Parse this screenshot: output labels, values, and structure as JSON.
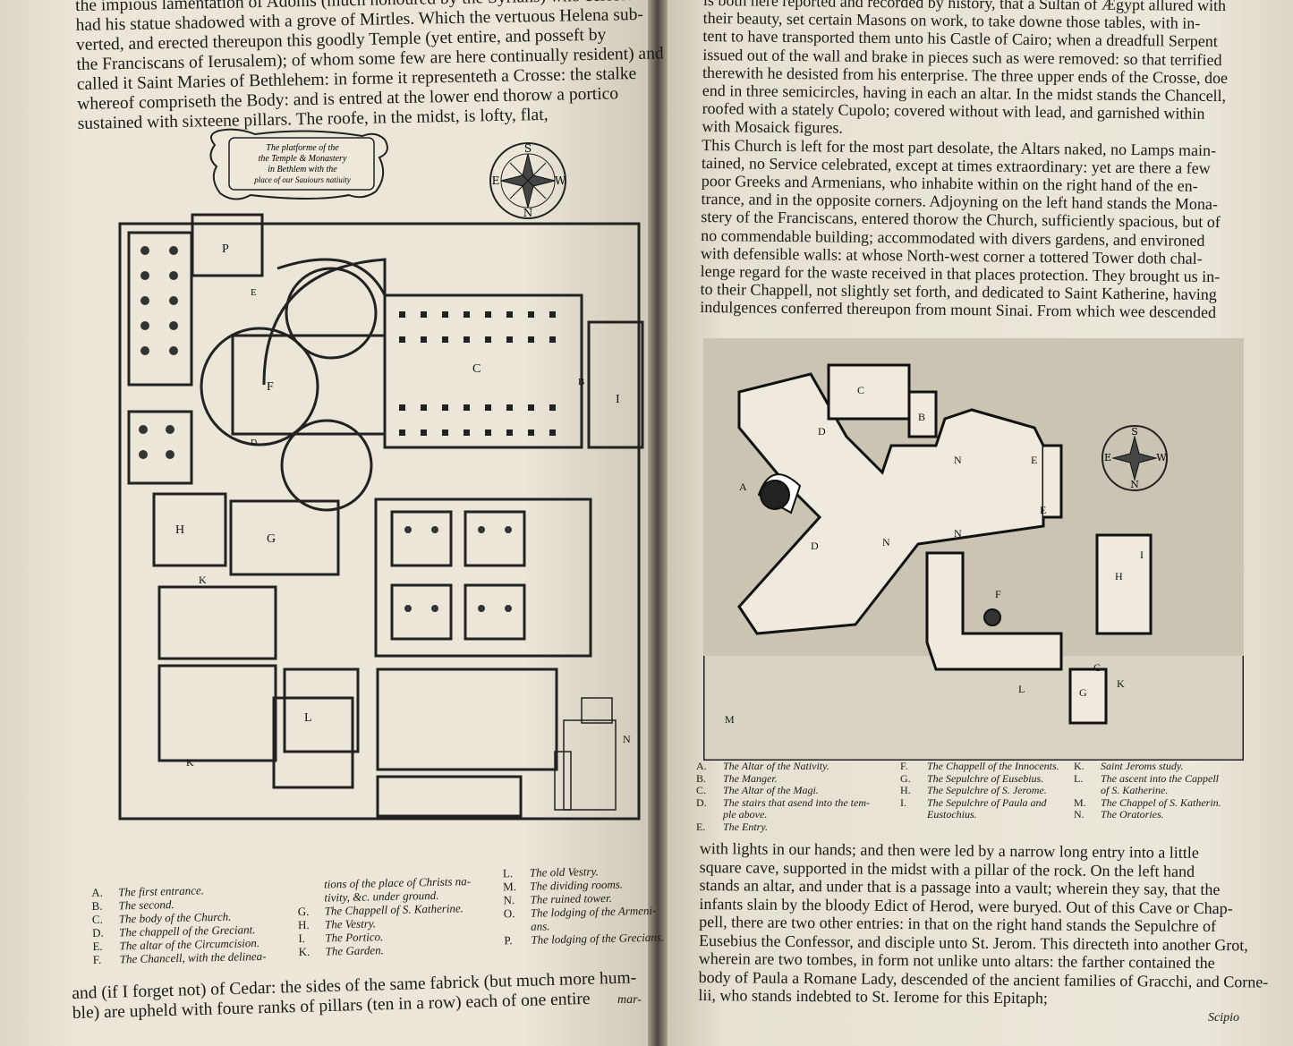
{
  "left_page": {
    "top_text": [
      "the impious lamentation of Adonis (much honoured by the Syrians) who celebrated",
      "had his statue shadowed with a grove of Mirtles.   Which the vertuous Helena sub-",
      "verted, and erected thereupon this goodly Temple (yet entire, and posseft by",
      "the Franciscans of Ierusalem); of whom some few are here continually resident) and",
      "called it Saint Maries of Bethlehem: in forme it representeth a Crosse: the stalke",
      "whereof compriseth the Body: and is entred at the lower end thorow a portico",
      "sustained with sixteene pillars.  The roofe, in the midst, is lofty, flat,"
    ],
    "cartouche_lines": [
      "The platforme of the",
      "the Temple & Monastery",
      "in Bethlem with the",
      "place of our Sauiours natiuity"
    ],
    "compass": {
      "n": "N",
      "s": "S",
      "e": "E",
      "w": "W"
    },
    "plan_labels": [
      "P",
      "E",
      "F",
      "C",
      "B",
      "I",
      "D",
      "H",
      "G",
      "K",
      "L",
      "K",
      "N"
    ],
    "legend_col1": [
      {
        "k": "A.",
        "v": "The first entrance."
      },
      {
        "k": "B.",
        "v": "The second."
      },
      {
        "k": "C.",
        "v": "The body of the Church."
      },
      {
        "k": "D.",
        "v": "The chappell of the Greciant."
      },
      {
        "k": "E.",
        "v": "The altar of the Circumcision."
      },
      {
        "k": "F.",
        "v": "The Chancell, with the delinea-"
      }
    ],
    "legend_col2": [
      {
        "k": "",
        "v": "tions of the place of Christs na-"
      },
      {
        "k": "",
        "v": "tivity, &c. under ground."
      },
      {
        "k": "G.",
        "v": "The Chappell of S. Katherine."
      },
      {
        "k": "H.",
        "v": "The Vestry."
      },
      {
        "k": "I.",
        "v": "The Portico."
      },
      {
        "k": "K.",
        "v": "The Garden."
      }
    ],
    "legend_col3": [
      {
        "k": "L.",
        "v": "The old Vestry."
      },
      {
        "k": "M.",
        "v": "The dividing rooms."
      },
      {
        "k": "N.",
        "v": "The ruined tower."
      },
      {
        "k": "O.",
        "v": "The lodging of the Armeni-"
      },
      {
        "k": "",
        "v": "ans."
      },
      {
        "k": "P.",
        "v": "The lodging of the Grecians."
      }
    ],
    "bottom_text": [
      "and (if I forget not) of Cedar: the sides of the same fabrick (but much more hum-",
      "ble) are upheld with foure ranks of pillars (ten in a row) each of one entire"
    ],
    "catchword": "mar-"
  },
  "right_page": {
    "top_text": [
      "is both here reported and recorded by history, that a Sultan of Ægypt allured with",
      "their beauty, set certain Masons on work, to take downe those tables, with in-",
      "tent to have transported them unto his Castle of Cairo; when a dreadfull Serpent",
      "issued out of the wall and brake in pieces such as were removed: so that terrified",
      "therewith he desisted from his enterprise.  The three upper ends of the Crosse, doe",
      "end in three semicircles, having in each an altar.  In the midst stands the Chancell,",
      "roofed with a stately Cupolo; covered without with lead, and garnished within",
      "with Mosaick figures.",
      "   This Church is left for the most part desolate, the Altars naked, no Lamps main-",
      "tained, no Service celebrated, except at times extraordinary: yet are there a few",
      "poor Greeks and Armenians, who inhabite within on the right hand of the en-",
      "trance, and in the opposite corners.  Adjoyning on the left hand stands the Mona-",
      "stery of the Franciscans, entered thorow the Church, sufficiently spacious, but of",
      "no commendable building; accommodated with divers gardens, and environed",
      "with defensible walls: at whose North-west corner a tottered Tower doth chal-",
      "lenge regard for the waste received in that places protection.  They brought us in-",
      "to their Chappell, not slightly set forth, and dedicated to Saint Katherine, having",
      "indulgences conferred thereupon from mount Sinai.   From which wee descended"
    ],
    "plan_labels": [
      "C",
      "B",
      "D",
      "A",
      "D",
      "N",
      "E",
      "E",
      "N",
      "N",
      "F",
      "H",
      "I",
      "G",
      "C",
      "K",
      "L",
      "M"
    ],
    "compass": {
      "n": "N",
      "s": "S",
      "e": "E",
      "w": "W"
    },
    "legend_col1": [
      {
        "k": "A.",
        "v": "The Altar of the Nativity."
      },
      {
        "k": "B.",
        "v": "The Manger."
      },
      {
        "k": "C.",
        "v": "The Altar of the Magi."
      },
      {
        "k": "D.",
        "v": "The stairs that asend into the tem-"
      },
      {
        "k": "",
        "v": "ple above."
      },
      {
        "k": "E.",
        "v": "The Entry."
      }
    ],
    "legend_col2": [
      {
        "k": "F.",
        "v": "The Chappell of the Innocents."
      },
      {
        "k": "G.",
        "v": "The Sepulchre of Eusebius."
      },
      {
        "k": "H.",
        "v": "The Sepulchre of S. Jerome."
      },
      {
        "k": "I.",
        "v": "The Sepulchre of Paula and"
      },
      {
        "k": "",
        "v": "Eustochius."
      }
    ],
    "legend_col3": [
      {
        "k": "K.",
        "v": "Saint Jeroms study."
      },
      {
        "k": "L.",
        "v": "The ascent into the Cappell"
      },
      {
        "k": "",
        "v": "of S. Katherine."
      },
      {
        "k": "M.",
        "v": "The Chappel of S. Katherin."
      },
      {
        "k": "N.",
        "v": "The Oratories."
      }
    ],
    "bottom_text": [
      "with lights in our hands; and then were led by a narrow long entry into a little",
      "square cave, supported in the midst with a pillar of the rock.  On the left hand",
      "stands an altar, and under that is a passage into a vault; wherein they say, that the",
      "infants slain by the bloody Edict of Herod, were buryed.  Out of this Cave or Chap-",
      "pell, there are two other entries: in that on the right hand stands the Sepulchre of",
      "Eusebius the Confessor, and disciple unto St. Jerom.  This directeth into another Grot,",
      "wherein are two tombes, in form not unlike unto altars: the farther contained the",
      "body of Paula a Romane Lady, descended of the ancient families of Gracchi, and Corne-",
      "lii, who stands indebted to St. Ierome for this Epitaph;"
    ],
    "catchword": "Scipio"
  }
}
